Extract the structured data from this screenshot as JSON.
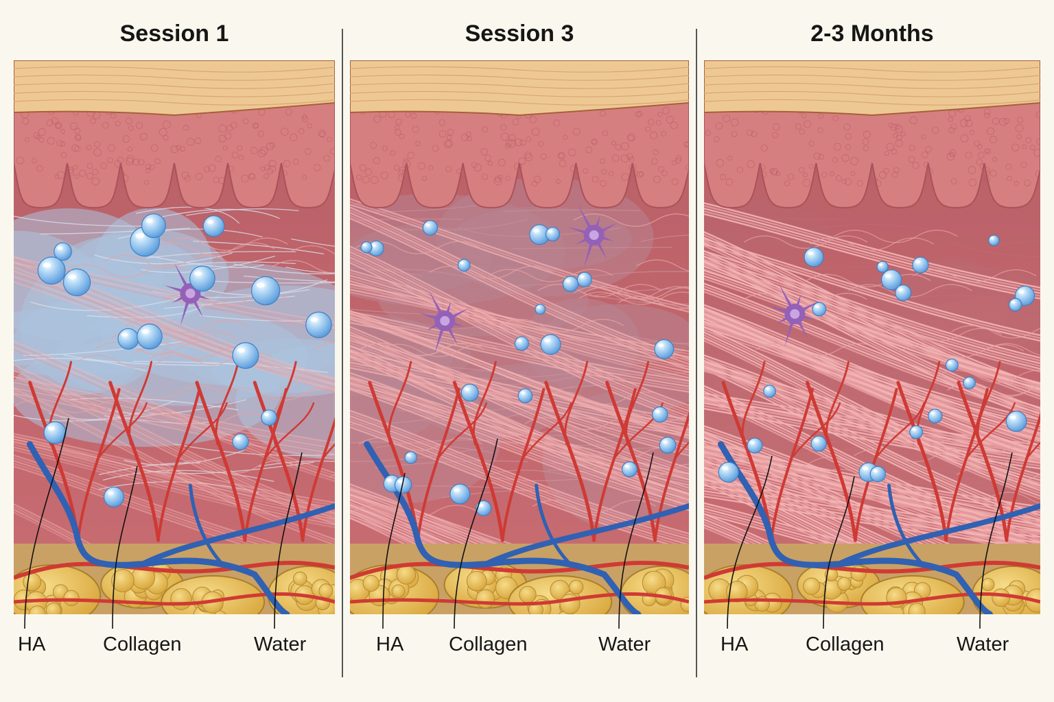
{
  "panels": [
    {
      "title": "Session 1",
      "collagen_density": 0.2,
      "gel_coverage": 0.9,
      "bubble_count": 16
    },
    {
      "title": "Session 3",
      "collagen_density": 0.6,
      "gel_coverage": 0.3,
      "bubble_count": 22
    },
    {
      "title": "2-3 Months",
      "collagen_density": 1.0,
      "gel_coverage": 0.05,
      "bubble_count": 20
    }
  ],
  "labels": {
    "ha": "HA",
    "collagen": "Collagen",
    "water": "Water"
  },
  "colors": {
    "background": "#faf8ee",
    "stratum_corneum": "#eec893",
    "epidermis": "#d67f80",
    "dermis": "#c86d72",
    "collagen_fiber": "#e59a9d",
    "gel": "#a9cdeb",
    "bubble": "#5f9fde",
    "artery": "#cf3a34",
    "vein": "#3061b2",
    "fat": "#d8a53a",
    "fibroblast": "#9461b8"
  }
}
